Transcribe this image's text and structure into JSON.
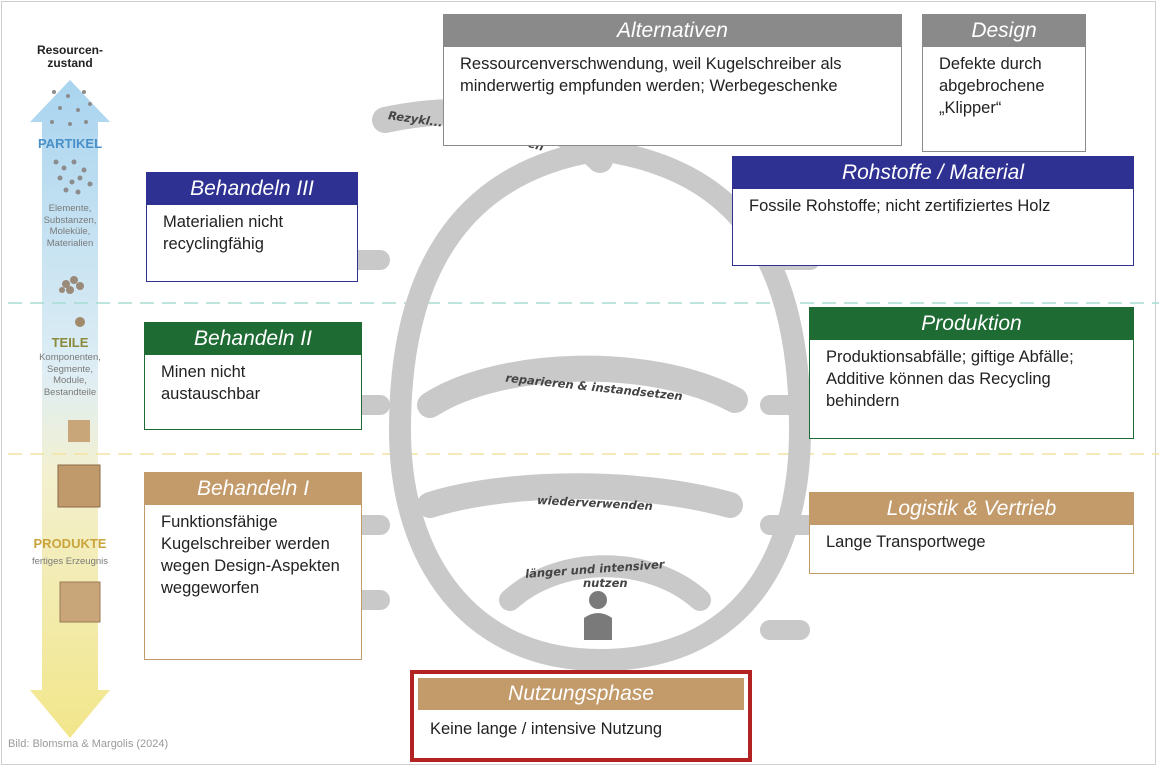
{
  "sidebar": {
    "resource_state_line1": "Resourcen-",
    "resource_state_line2": "zustand",
    "level_particles": "PARTIKEL",
    "particles_desc": [
      "Elemente,",
      "Substanzen,",
      "Moleküle,",
      "Materialien"
    ],
    "level_parts": "TEILE",
    "parts_desc": [
      "Komponenten,",
      "Segmente,",
      "Module,",
      "Bestandteile"
    ],
    "level_products": "PRODUKTE",
    "products_desc": "fertiges Erzeugnis",
    "colors": {
      "particles": "#4a90c8",
      "parts": "#8a8a3a",
      "products": "#c9a43c"
    }
  },
  "cycle_labels": {
    "recycle": "Rezykl...",
    "recycle_tail": "en",
    "repair": "reparieren & instandsetzen",
    "reuse": "wiederverwenden",
    "longer_use_line1": "länger und intensiver",
    "longer_use_line2": "nutzen"
  },
  "boxes": {
    "alternativen": {
      "title": "Alternativen",
      "text": "Ressourcenverschwendung, weil Kugelschreiber als minderwertig empfunden werden; Werbegeschenke"
    },
    "design": {
      "title": "Design",
      "text": "Defekte durch abgebrochene „Klipper“"
    },
    "rohstoffe": {
      "title": "Rohstoffe / Material",
      "text": "Fossile Rohstoffe; nicht zertifiziertes Holz"
    },
    "behandeln3": {
      "title": "Behandeln III",
      "text": "Materialien nicht recyclingfähig"
    },
    "produktion": {
      "title": "Produktion",
      "text": "Produktionsabfälle; giftige Abfälle; Additive können das Recycling behindern"
    },
    "behandeln2": {
      "title": "Behandeln II",
      "text": "Minen nicht austauschbar"
    },
    "logistik": {
      "title": "Logistik & Vertrieb",
      "text": "Lange Transportwege"
    },
    "behandeln1": {
      "title": "Behandeln I",
      "text": "Funktionsfähige Kugelschreiber werden wegen Design-Aspekten weggeworfen"
    },
    "nutzung": {
      "title": "Nutzungsphase",
      "text": "Keine lange / intensive Nutzung"
    }
  },
  "credit": "Bild: Blomsma & Margolis (2024)",
  "colors": {
    "blue": "#2e3192",
    "green": "#1f6b34",
    "tan": "#c39a69",
    "gray": "#8a8a8a",
    "highlight_border": "#b22222",
    "divider": "#a8dcd4",
    "divider2": "#f3e3a0"
  }
}
